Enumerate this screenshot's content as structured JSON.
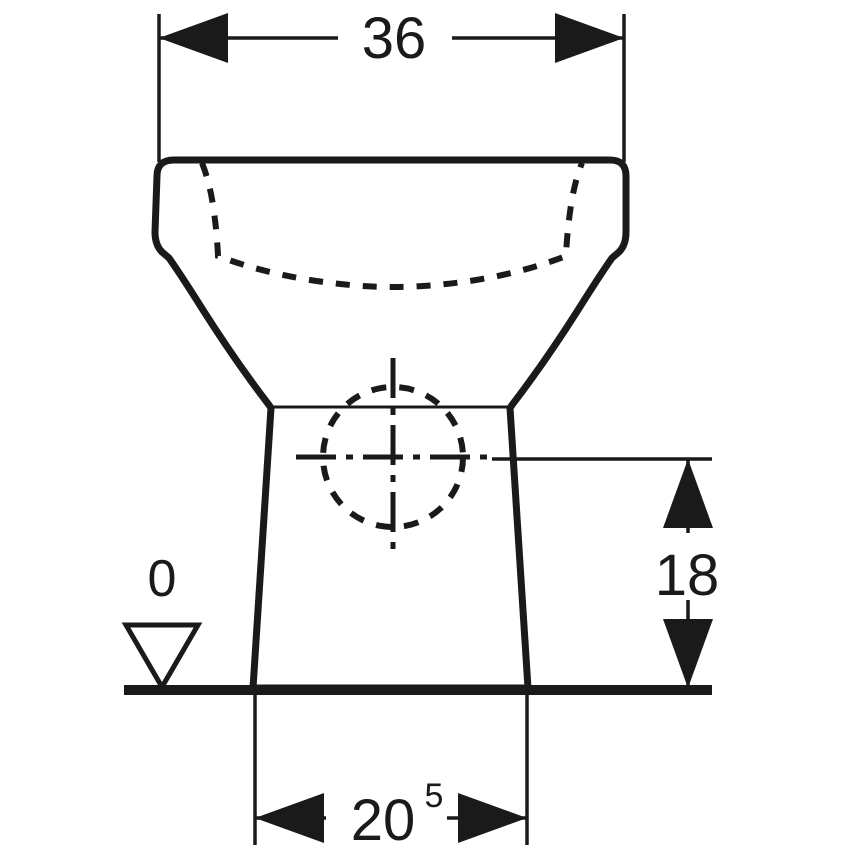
{
  "drawing": {
    "title": "Toilet front elevation technical drawing",
    "background_color": "#ffffff",
    "line_color": "#1a1a1a",
    "units_note": "",
    "dimensions": {
      "width_top": {
        "label": "36",
        "name": "overall-width",
        "orientation": "horizontal",
        "position": "top"
      },
      "height_right": {
        "label": "18",
        "name": "rim-height-from-floor",
        "orientation": "vertical",
        "position": "right"
      },
      "width_bottom": {
        "label": "20",
        "superscript": "5",
        "full_value": "20.5",
        "name": "base-width",
        "orientation": "horizontal",
        "position": "bottom"
      }
    },
    "datum": {
      "label": "0",
      "name": "floor-datum-marker",
      "symbol": "hollow-down-triangle"
    },
    "features": [
      {
        "name": "bowl-outline",
        "style": "solid-thick",
        "description": "Ceramic bowl outer profile, rounded top corners, tapering sides"
      },
      {
        "name": "bowl-rim-hidden-edge",
        "style": "dashed",
        "description": "Hidden inner rim contour inside bowl"
      },
      {
        "name": "pedestal-outline",
        "style": "solid-thick",
        "description": "Flaring pedestal foot down to floor"
      },
      {
        "name": "pedestal-shoulder-line",
        "style": "solid-thin",
        "description": "Horizontal joint line where bowl meets pedestal"
      },
      {
        "name": "outlet-circle",
        "style": "dashed",
        "description": "Hidden circular waste outlet"
      },
      {
        "name": "outlet-centerlines",
        "style": "dash-dot",
        "description": "Vertical and horizontal centre lines through outlet"
      },
      {
        "name": "floor-line",
        "style": "solid-thick",
        "description": "Finished floor reference line"
      }
    ]
  }
}
